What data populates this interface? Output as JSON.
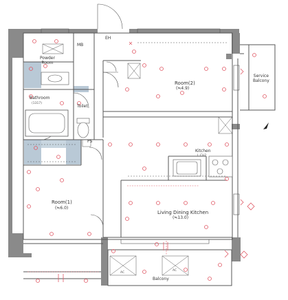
{
  "labels": {
    "powder_room": "Powder\nRoom",
    "mb": "MB",
    "eh": "EH",
    "room2": "Room(2)",
    "room2_area": "(≒4.9)",
    "service_balcony": "Service\nBalcony",
    "bathroom": "Bathroom",
    "bathroom_size": "(1317)",
    "toilet": "Toilet",
    "ps": "PS",
    "kitchen": "Kitchen",
    "kitchen_ch": "L.CH2",
    "room1": "Room(1)",
    "room1_area": "(≒6.0)",
    "ldk": "Living Dining Kitchen",
    "ldk_area": "(≒13.0)",
    "balcony": "Balcony",
    "ac1": "AC",
    "ac2": "AC"
  },
  "colors": {
    "wall": "#8a8a8a",
    "wet_area": "#b9c9d6",
    "line": "#555555",
    "outlet": "#e05a66"
  },
  "icons": [
    "compass-north-icon",
    "kitchen-stove-icon",
    "toilet-icon",
    "bathtub-icon",
    "washbasin-icon"
  ]
}
